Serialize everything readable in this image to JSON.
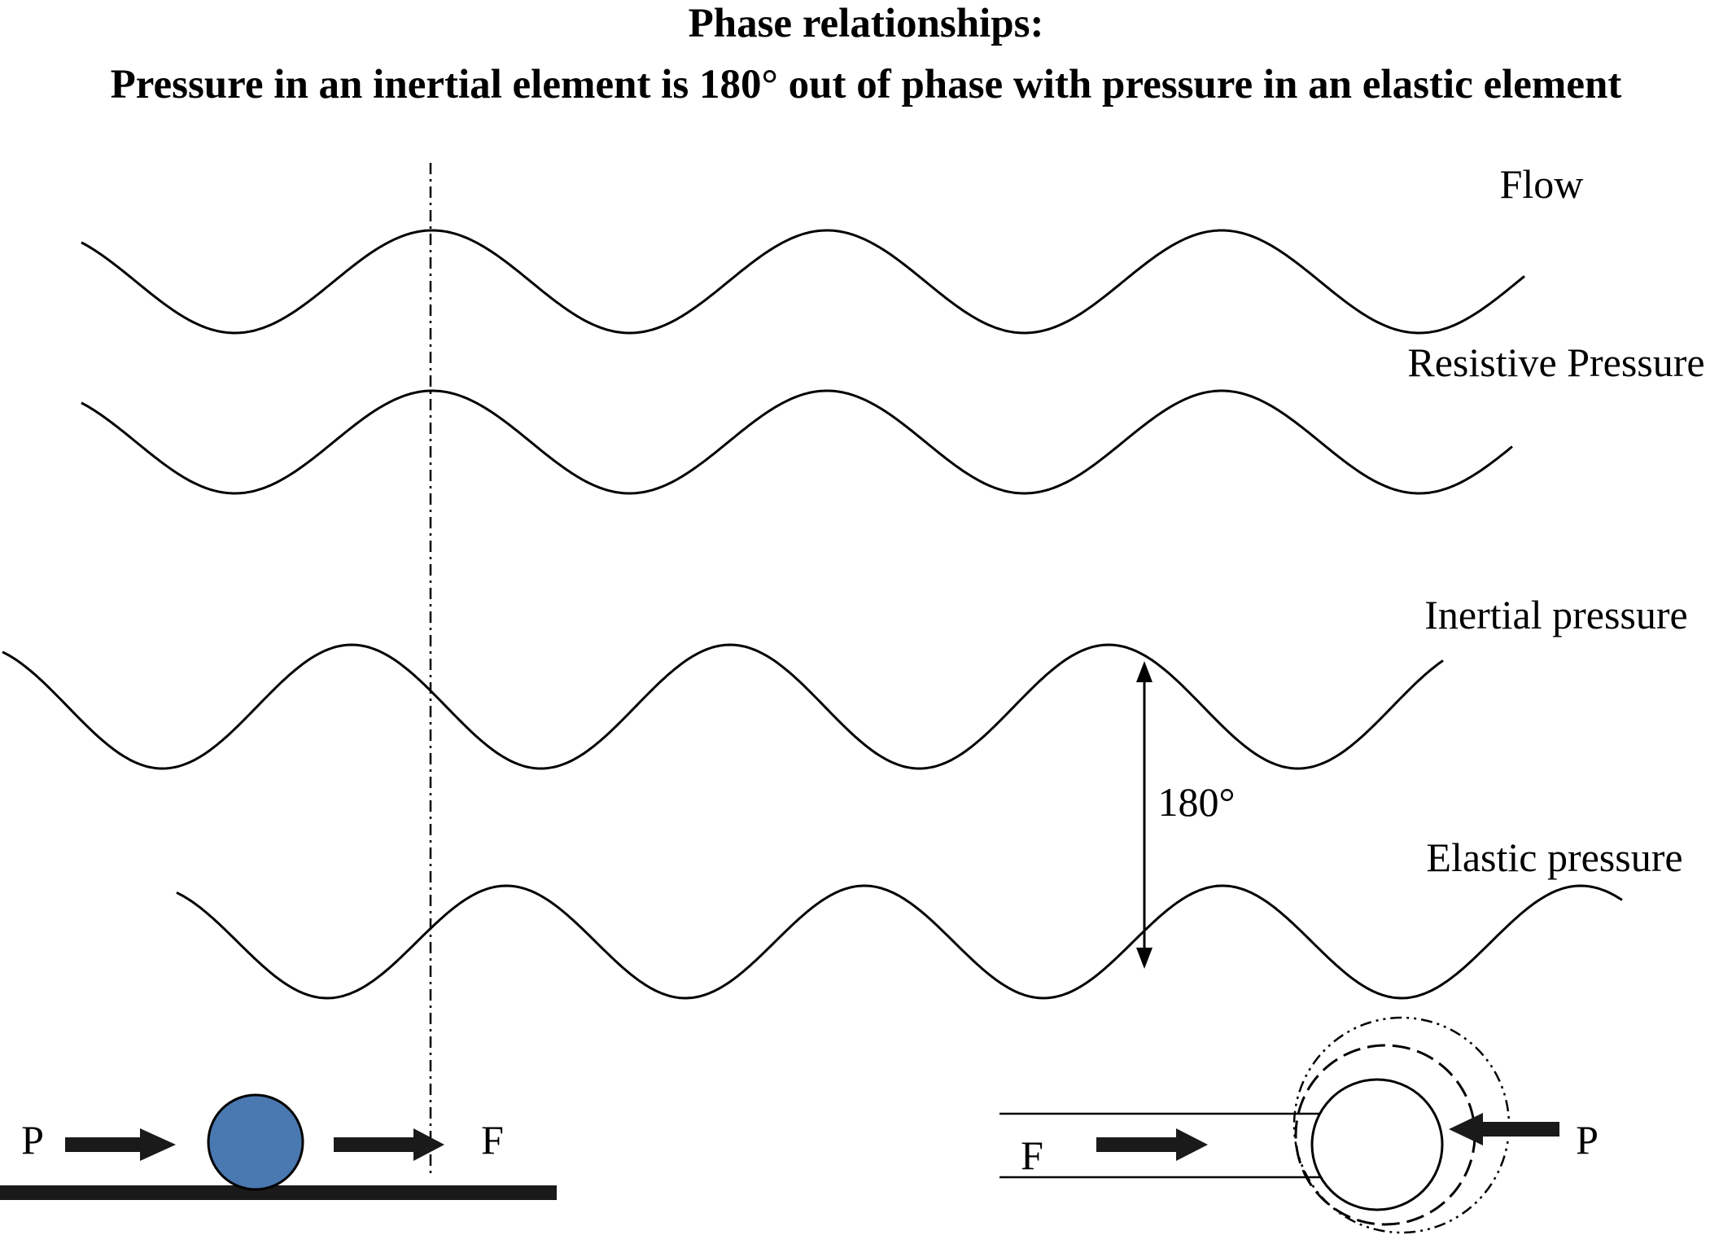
{
  "title": {
    "line1": "Phase relationships:",
    "line2": "Pressure in an inertial element is 180° out of phase with pressure in an elastic element"
  },
  "waves": [
    {
      "id": "flow",
      "label": "Flow"
    },
    {
      "id": "resistive",
      "label": "Resistive Pressure"
    },
    {
      "id": "inertial",
      "label": "Inertial pressure"
    },
    {
      "id": "elastic",
      "label": "Elastic pressure"
    }
  ],
  "phase_label": "180°",
  "inertial_element": {
    "pressure_label": "P",
    "flow_label": "F",
    "mass_color": "#4a78b0"
  },
  "elastic_element": {
    "pressure_label": "P",
    "flow_label": "F"
  },
  "colors": {
    "line": "#000000",
    "mass": "#4a78b0"
  }
}
